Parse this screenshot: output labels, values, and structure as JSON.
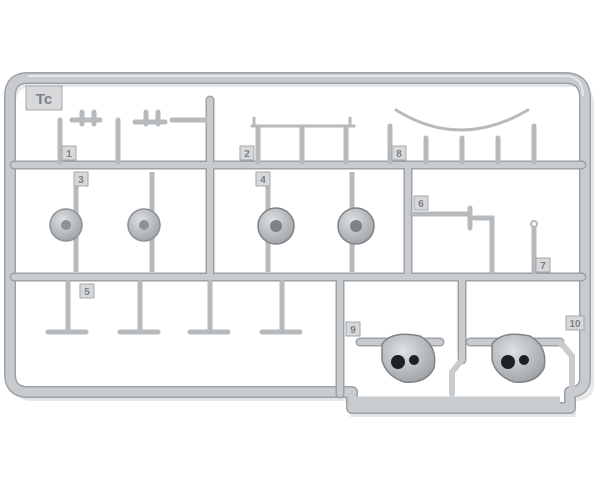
{
  "frame_code": "Tc",
  "part_numbers": [
    "1",
    "2",
    "3",
    "4",
    "5",
    "6",
    "7",
    "8",
    "9",
    "10"
  ],
  "colors": {
    "background": "#ffffff",
    "plastic": "#c9cccf",
    "plastic_dark": "#9ea2a6",
    "plastic_light": "#dfe1e3",
    "tag_text": "#7b7f84",
    "hole": "#1e2124"
  }
}
